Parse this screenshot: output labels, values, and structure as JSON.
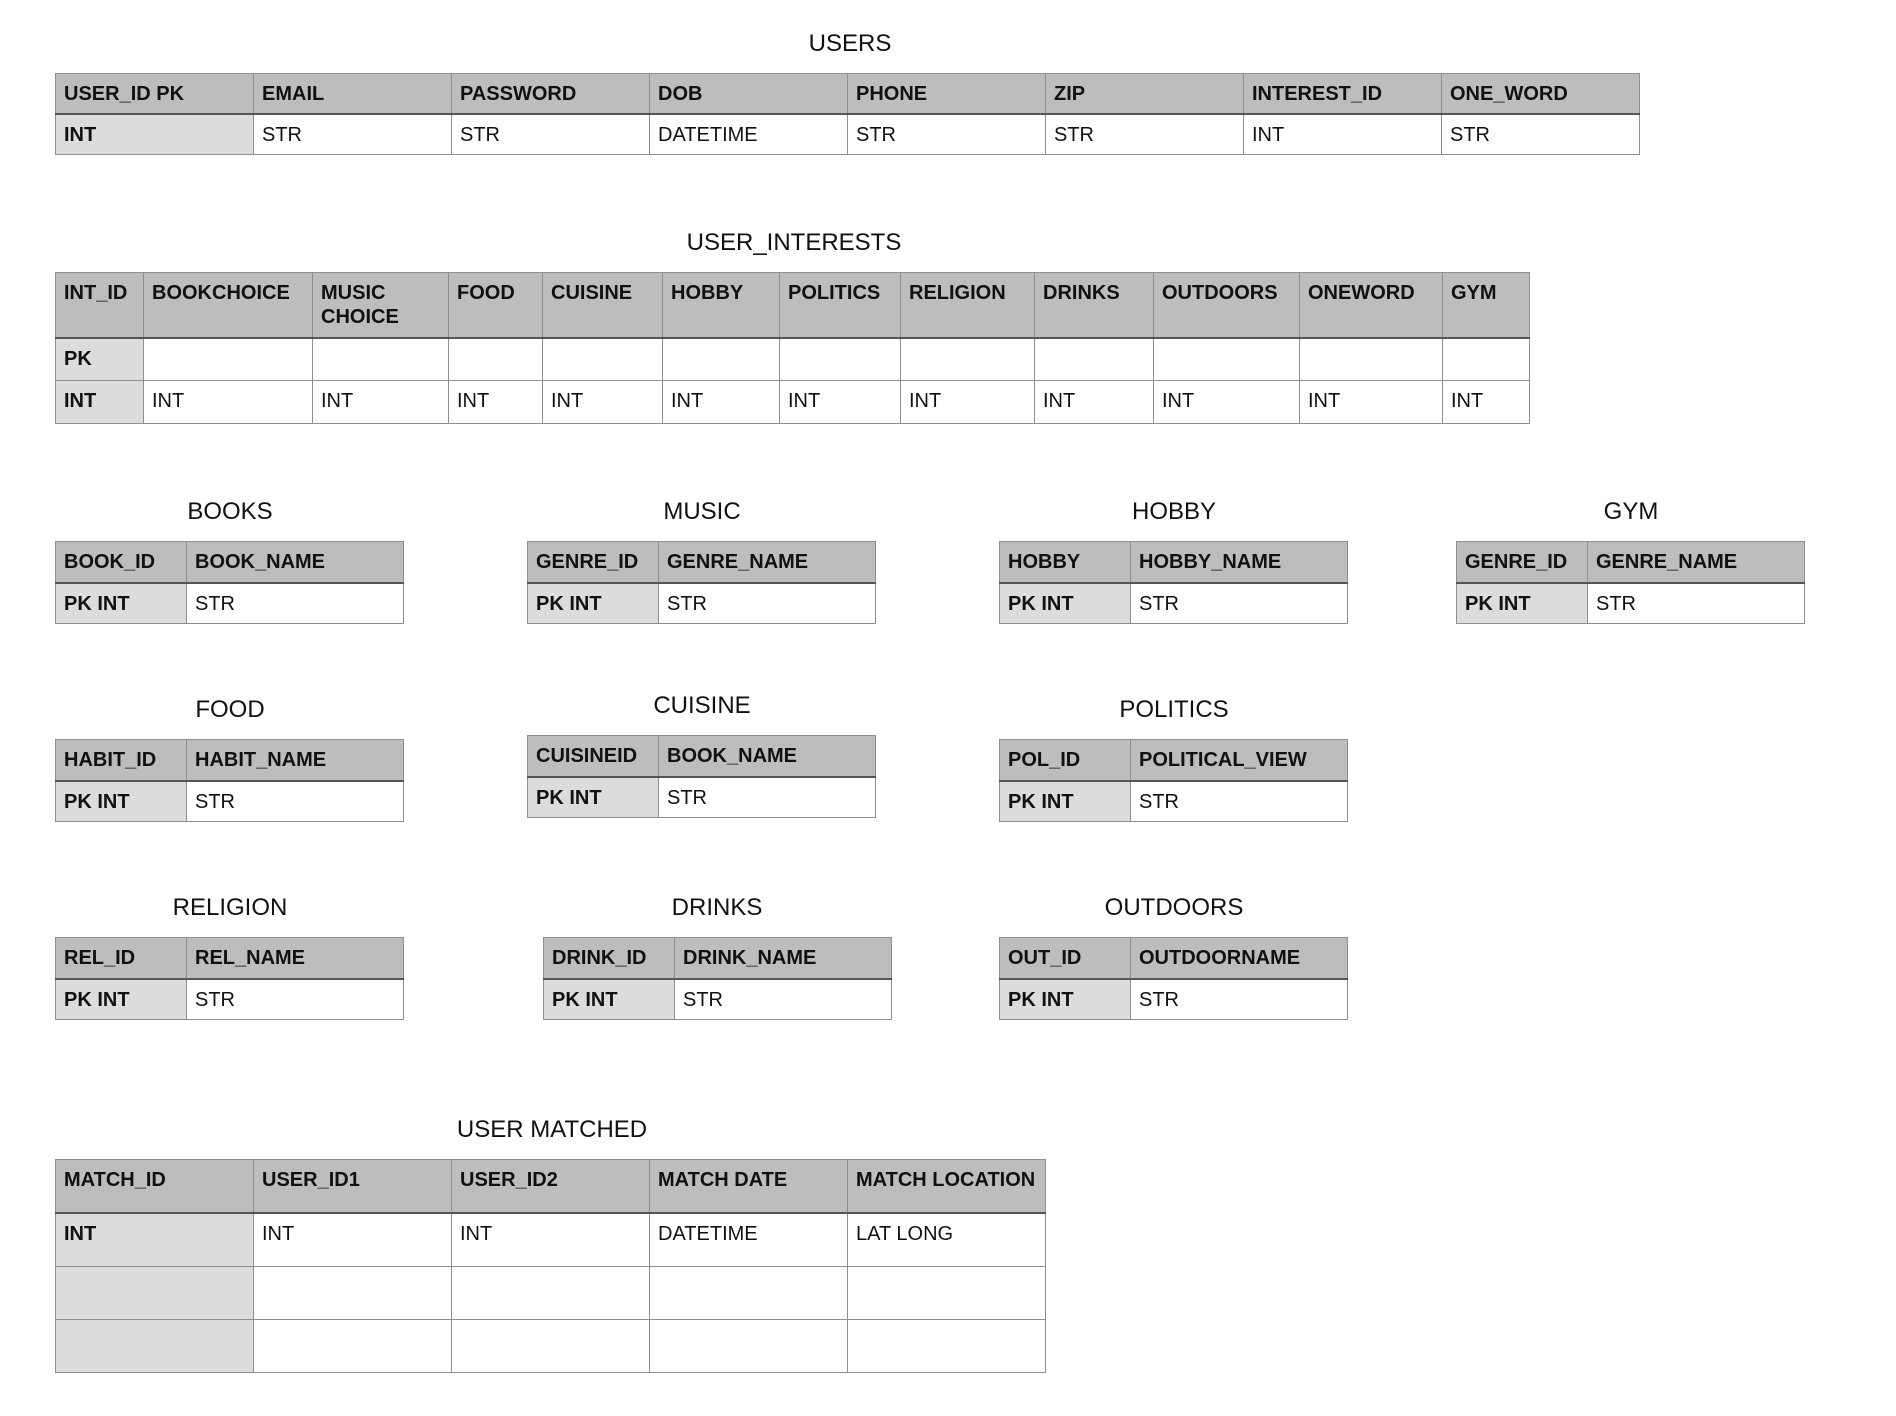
{
  "tables": [
    {
      "id": "users",
      "title": "USERS",
      "headers": [
        "USER_ID PK",
        "EMAIL",
        "PASSWORD",
        "DOB",
        "PHONE",
        "ZIP",
        "INTEREST_ID",
        "ONE_WORD"
      ],
      "rows": [
        [
          "INT",
          "STR",
          "STR",
          "DATETIME",
          "STR",
          "STR",
          "INT",
          "STR"
        ]
      ]
    },
    {
      "id": "user_interests",
      "title": "USER_INTERESTS",
      "headers": [
        "INT_ID",
        "BOOKCHOICE",
        "MUSIC CHOICE",
        "FOOD",
        "CUISINE",
        "HOBBY",
        "POLITICS",
        "RELIGION",
        "DRINKS",
        "OUTDOORS",
        "ONEWORD",
        "GYM"
      ],
      "rows": [
        [
          "PK",
          "",
          "",
          "",
          "",
          "",
          "",
          "",
          "",
          "",
          "",
          ""
        ],
        [
          "INT",
          "INT",
          "INT",
          "INT",
          "INT",
          "INT",
          "INT",
          "INT",
          "INT",
          "INT",
          "INT",
          "INT"
        ]
      ]
    },
    {
      "id": "books",
      "title": "BOOKS",
      "headers": [
        "BOOK_ID",
        "BOOK_NAME"
      ],
      "rows": [
        [
          "PK INT",
          "STR"
        ]
      ]
    },
    {
      "id": "music",
      "title": "MUSIC",
      "headers": [
        "GENRE_ID",
        "GENRE_NAME"
      ],
      "rows": [
        [
          "PK INT",
          "STR"
        ]
      ]
    },
    {
      "id": "hobby",
      "title": "HOBBY",
      "headers": [
        "HOBBY",
        "HOBBY_NAME"
      ],
      "rows": [
        [
          "PK INT",
          "STR"
        ]
      ]
    },
    {
      "id": "gym",
      "title": "GYM",
      "headers": [
        "GENRE_ID",
        "GENRE_NAME"
      ],
      "rows": [
        [
          "PK INT",
          "STR"
        ]
      ]
    },
    {
      "id": "food",
      "title": "FOOD",
      "headers": [
        "HABIT_ID",
        "HABIT_NAME"
      ],
      "rows": [
        [
          "PK INT",
          "STR"
        ]
      ]
    },
    {
      "id": "cuisine",
      "title": "CUISINE",
      "headers": [
        "CUISINEID",
        "BOOK_NAME"
      ],
      "rows": [
        [
          "PK INT",
          "STR"
        ]
      ]
    },
    {
      "id": "politics",
      "title": "POLITICS",
      "headers": [
        "POL_ID",
        "POLITICAL_VIEW"
      ],
      "rows": [
        [
          "PK INT",
          "STR"
        ]
      ]
    },
    {
      "id": "religion",
      "title": "RELIGION",
      "headers": [
        "REL_ID",
        "REL_NAME"
      ],
      "rows": [
        [
          "PK INT",
          "STR"
        ]
      ]
    },
    {
      "id": "drinks",
      "title": "DRINKS",
      "headers": [
        "DRINK_ID",
        "DRINK_NAME"
      ],
      "rows": [
        [
          "PK INT",
          "STR"
        ]
      ]
    },
    {
      "id": "outdoors",
      "title": "OUTDOORS",
      "headers": [
        "OUT_ID",
        "OUTDOORNAME"
      ],
      "rows": [
        [
          "PK INT",
          "STR"
        ]
      ]
    },
    {
      "id": "user_matched",
      "title": "USER MATCHED",
      "headers": [
        "MATCH_ID",
        "USER_ID1",
        "USER_ID2",
        "MATCH DATE",
        "MATCH LOCATION"
      ],
      "rows": [
        [
          "INT",
          "INT",
          "INT",
          "DATETIME",
          "LAT LONG"
        ],
        [
          "",
          "",
          "",
          "",
          ""
        ],
        [
          "",
          "",
          "",
          "",
          ""
        ]
      ]
    }
  ]
}
